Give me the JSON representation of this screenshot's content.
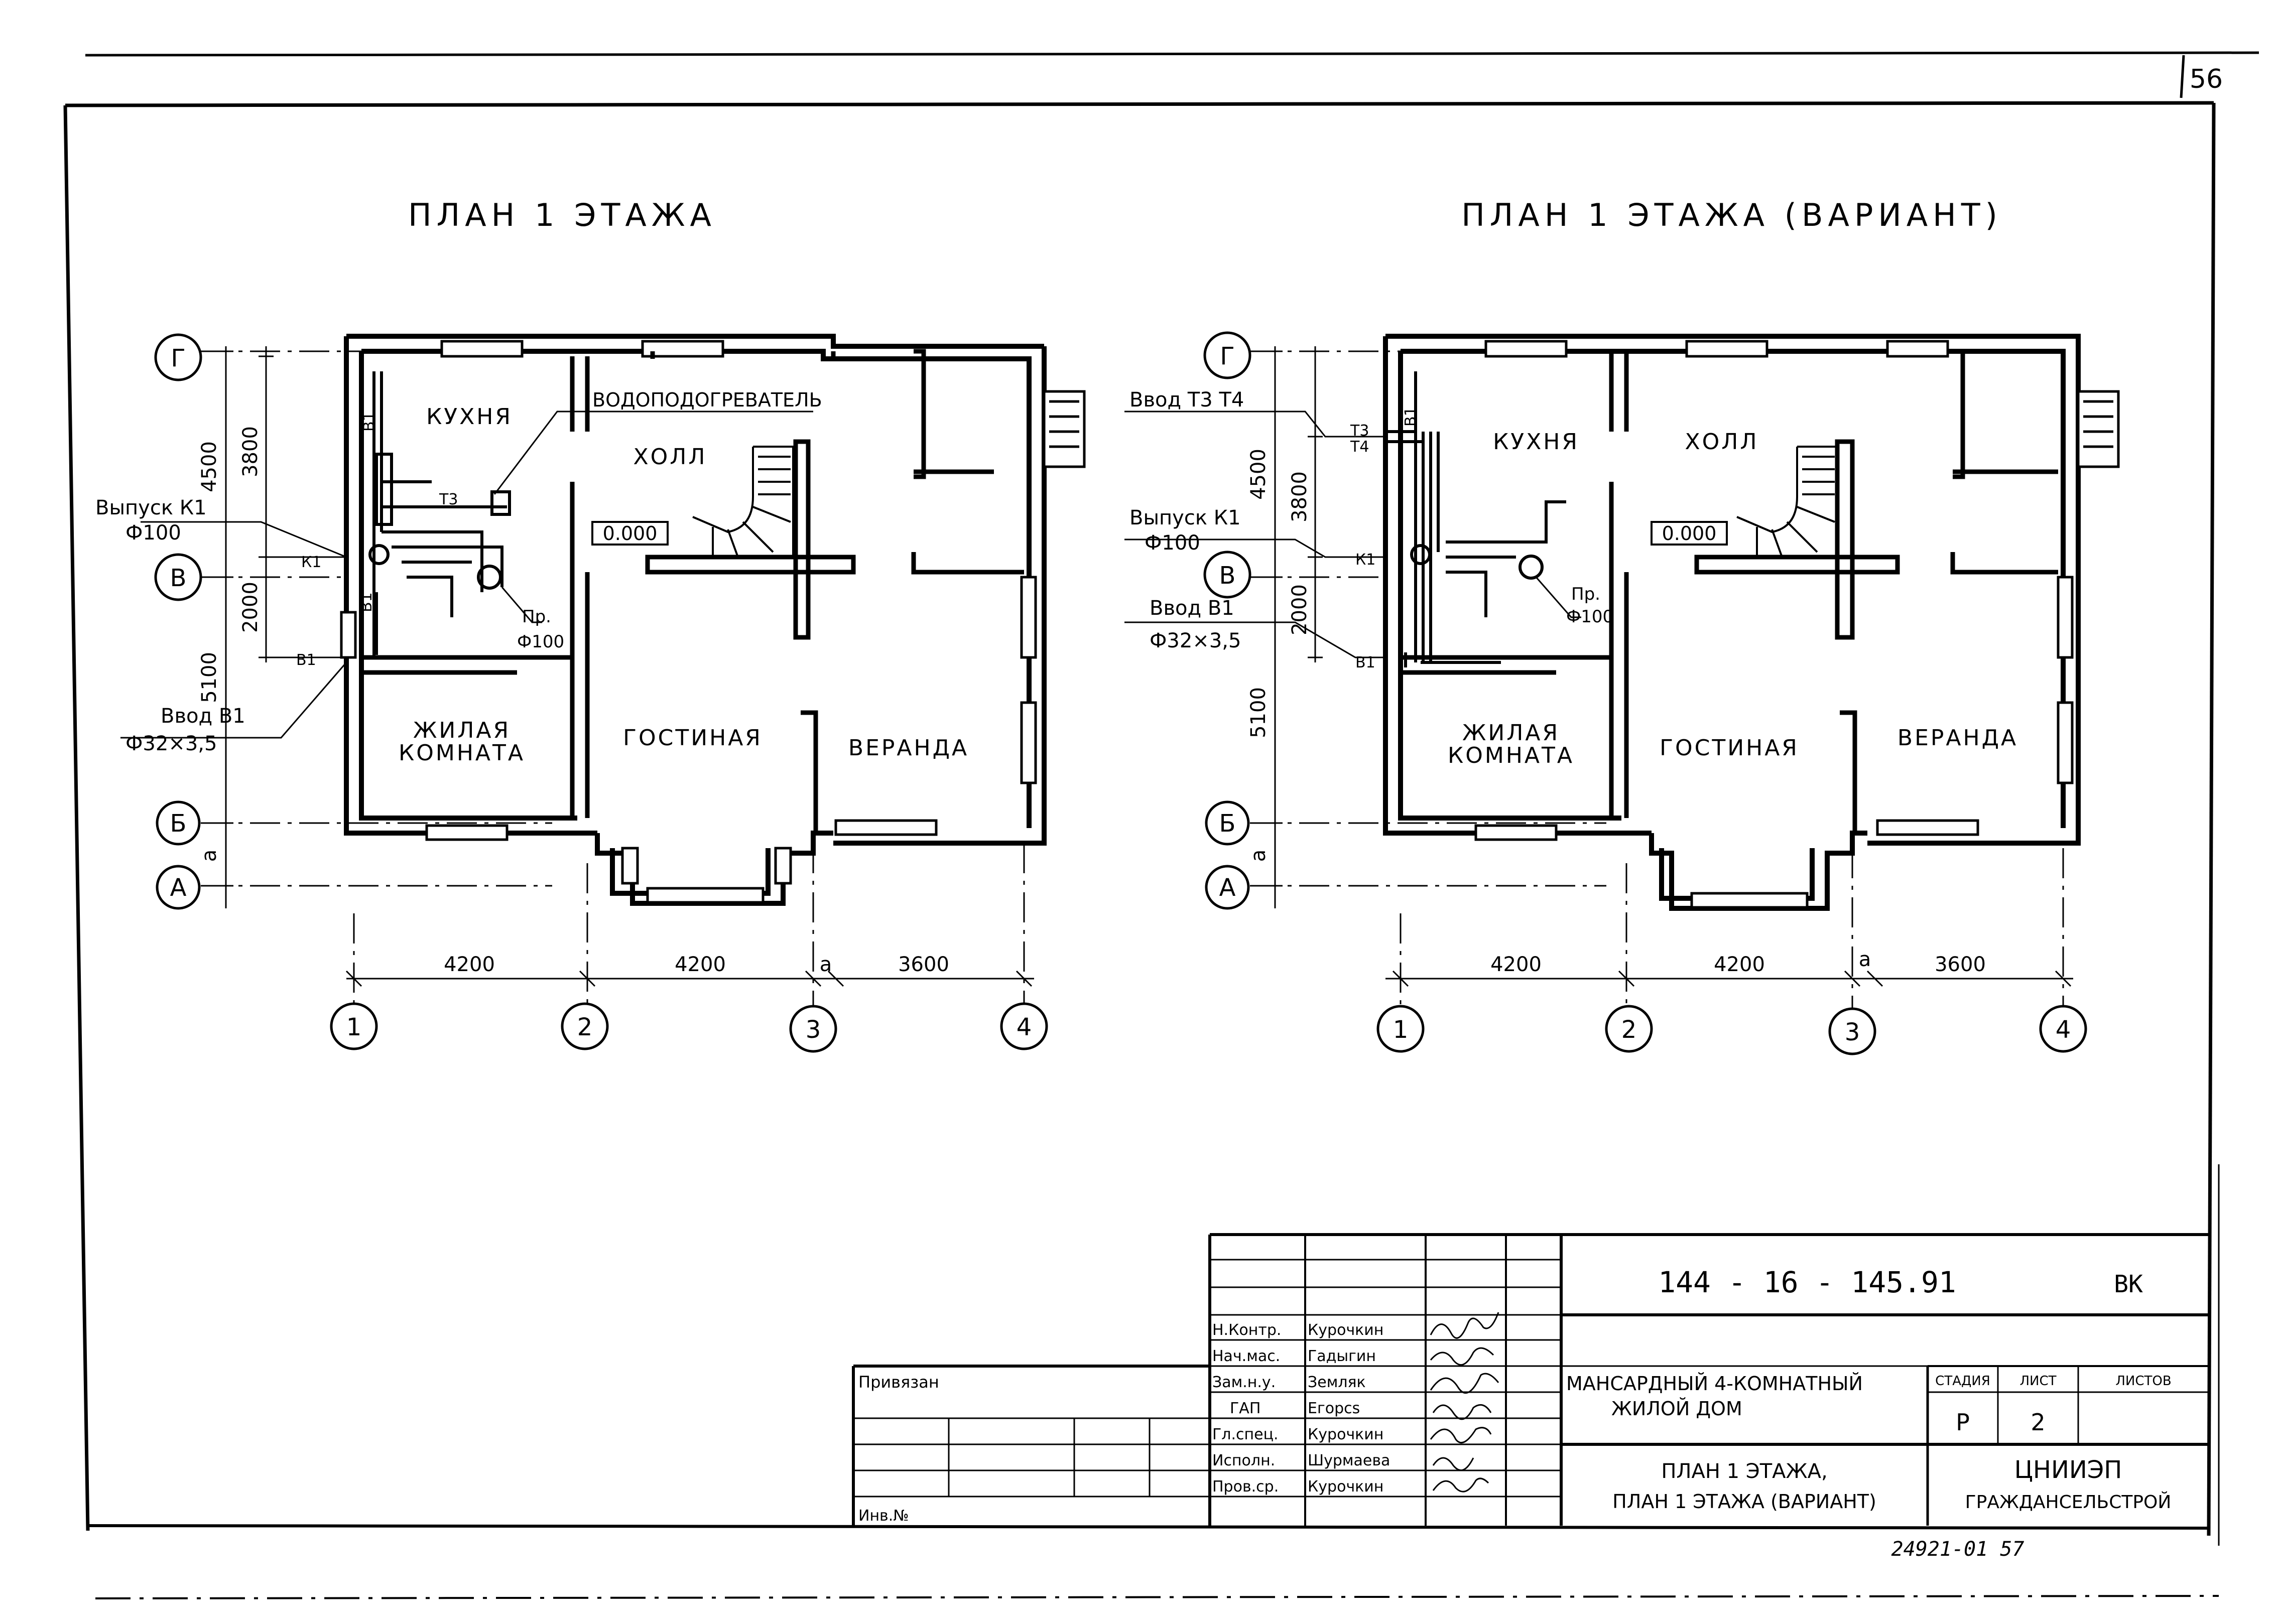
{
  "sheet": {
    "page_number": "56",
    "archive_number": "24921-01 57"
  },
  "plans": [
    {
      "title": "ПЛАН 1 ЭТАЖА",
      "rooms": {
        "kitchen": "КУХНЯ",
        "hall": "ХОЛЛ",
        "living_room_1": "ЖИЛАЯ",
        "living_room_2": "КОМНАТА",
        "lounge": "ГОСТИНАЯ",
        "veranda": "ВЕРАНДА"
      },
      "level_mark": "0.000",
      "notes": {
        "heater": "ВОДОПОДОГРЕВАТЕЛЬ",
        "outlet": "Выпуск К1",
        "outlet_dia": "Ф100",
        "inlet": "Ввод В1",
        "inlet_dia": "Ф32×3,5",
        "cleanout": "Пр.",
        "cleanout_dia": "Ф100"
      },
      "pipe_tags": {
        "k1": "К1",
        "b1": "В1",
        "t3": "Т3"
      },
      "axes_rows": [
        "Г",
        "В",
        "Б",
        "А"
      ],
      "axes_cols": [
        "1",
        "2",
        "3",
        "4"
      ],
      "dims_vertical": [
        "4500",
        "3800",
        "2000",
        "5100",
        "а"
      ],
      "dims_horizontal": [
        "4200",
        "4200",
        "а",
        "3600"
      ]
    },
    {
      "title": "ПЛАН 1 ЭТАЖА (ВАРИАНТ)",
      "rooms": {
        "kitchen": "КУХНЯ",
        "hall": "ХОЛЛ",
        "living_room_1": "ЖИЛАЯ",
        "living_room_2": "КОМНАТА",
        "lounge": "ГОСТИНАЯ",
        "veranda": "ВЕРАНДА"
      },
      "level_mark": "0.000",
      "notes": {
        "inlet_t": "Ввод Т3 Т4",
        "outlet": "Выпуск К1",
        "outlet_dia": "Ф100",
        "inlet": "Ввод В1",
        "inlet_dia": "Ф32×3,5",
        "cleanout": "Пр.",
        "cleanout_dia": "Ф100"
      },
      "pipe_tags": {
        "k1": "К1",
        "b1": "В1",
        "t3": "Т3",
        "t4": "Т4"
      },
      "axes_rows": [
        "Г",
        "В",
        "Б",
        "А"
      ],
      "axes_cols": [
        "1",
        "2",
        "3",
        "4"
      ],
      "dims_vertical": [
        "4500",
        "3800",
        "2000",
        "5100",
        "а"
      ],
      "dims_horizontal": [
        "4200",
        "4200",
        "а",
        "3600"
      ]
    }
  ],
  "title_block": {
    "code": "144 - 16 - 145.91",
    "mark": "ВК",
    "object_name_1": "МАНСАРДНЫЙ 4-КОМНАТНЫЙ",
    "object_name_2": "ЖИЛОЙ ДОМ",
    "drawing_name_1": "ПЛАН 1 ЭТАЖА,",
    "drawing_name_2": "ПЛАН 1 ЭТАЖА (ВАРИАНТ)",
    "stage_header": "СТАДИЯ",
    "sheet_header": "ЛИСТ",
    "sheets_header": "ЛИСТОВ",
    "stage": "Р",
    "sheet": "2",
    "org_1": "ЦНИИЭП",
    "org_2": "ГРАЖДАНСЕЛЬСТРОЙ",
    "linked": "Привязан",
    "inv_no": "Инв.№",
    "roles": [
      "Н.Контр.",
      "Нач.мас.",
      "Зам.н.у.",
      "ГАП",
      "Гл.спец.",
      "Исполн.",
      "Пров.ср."
    ],
    "names": [
      "Курочкин",
      "Гадыгин",
      "Земляк",
      "Егорсs",
      "Курочкин",
      "Шурмаева",
      "Курочкин"
    ]
  }
}
